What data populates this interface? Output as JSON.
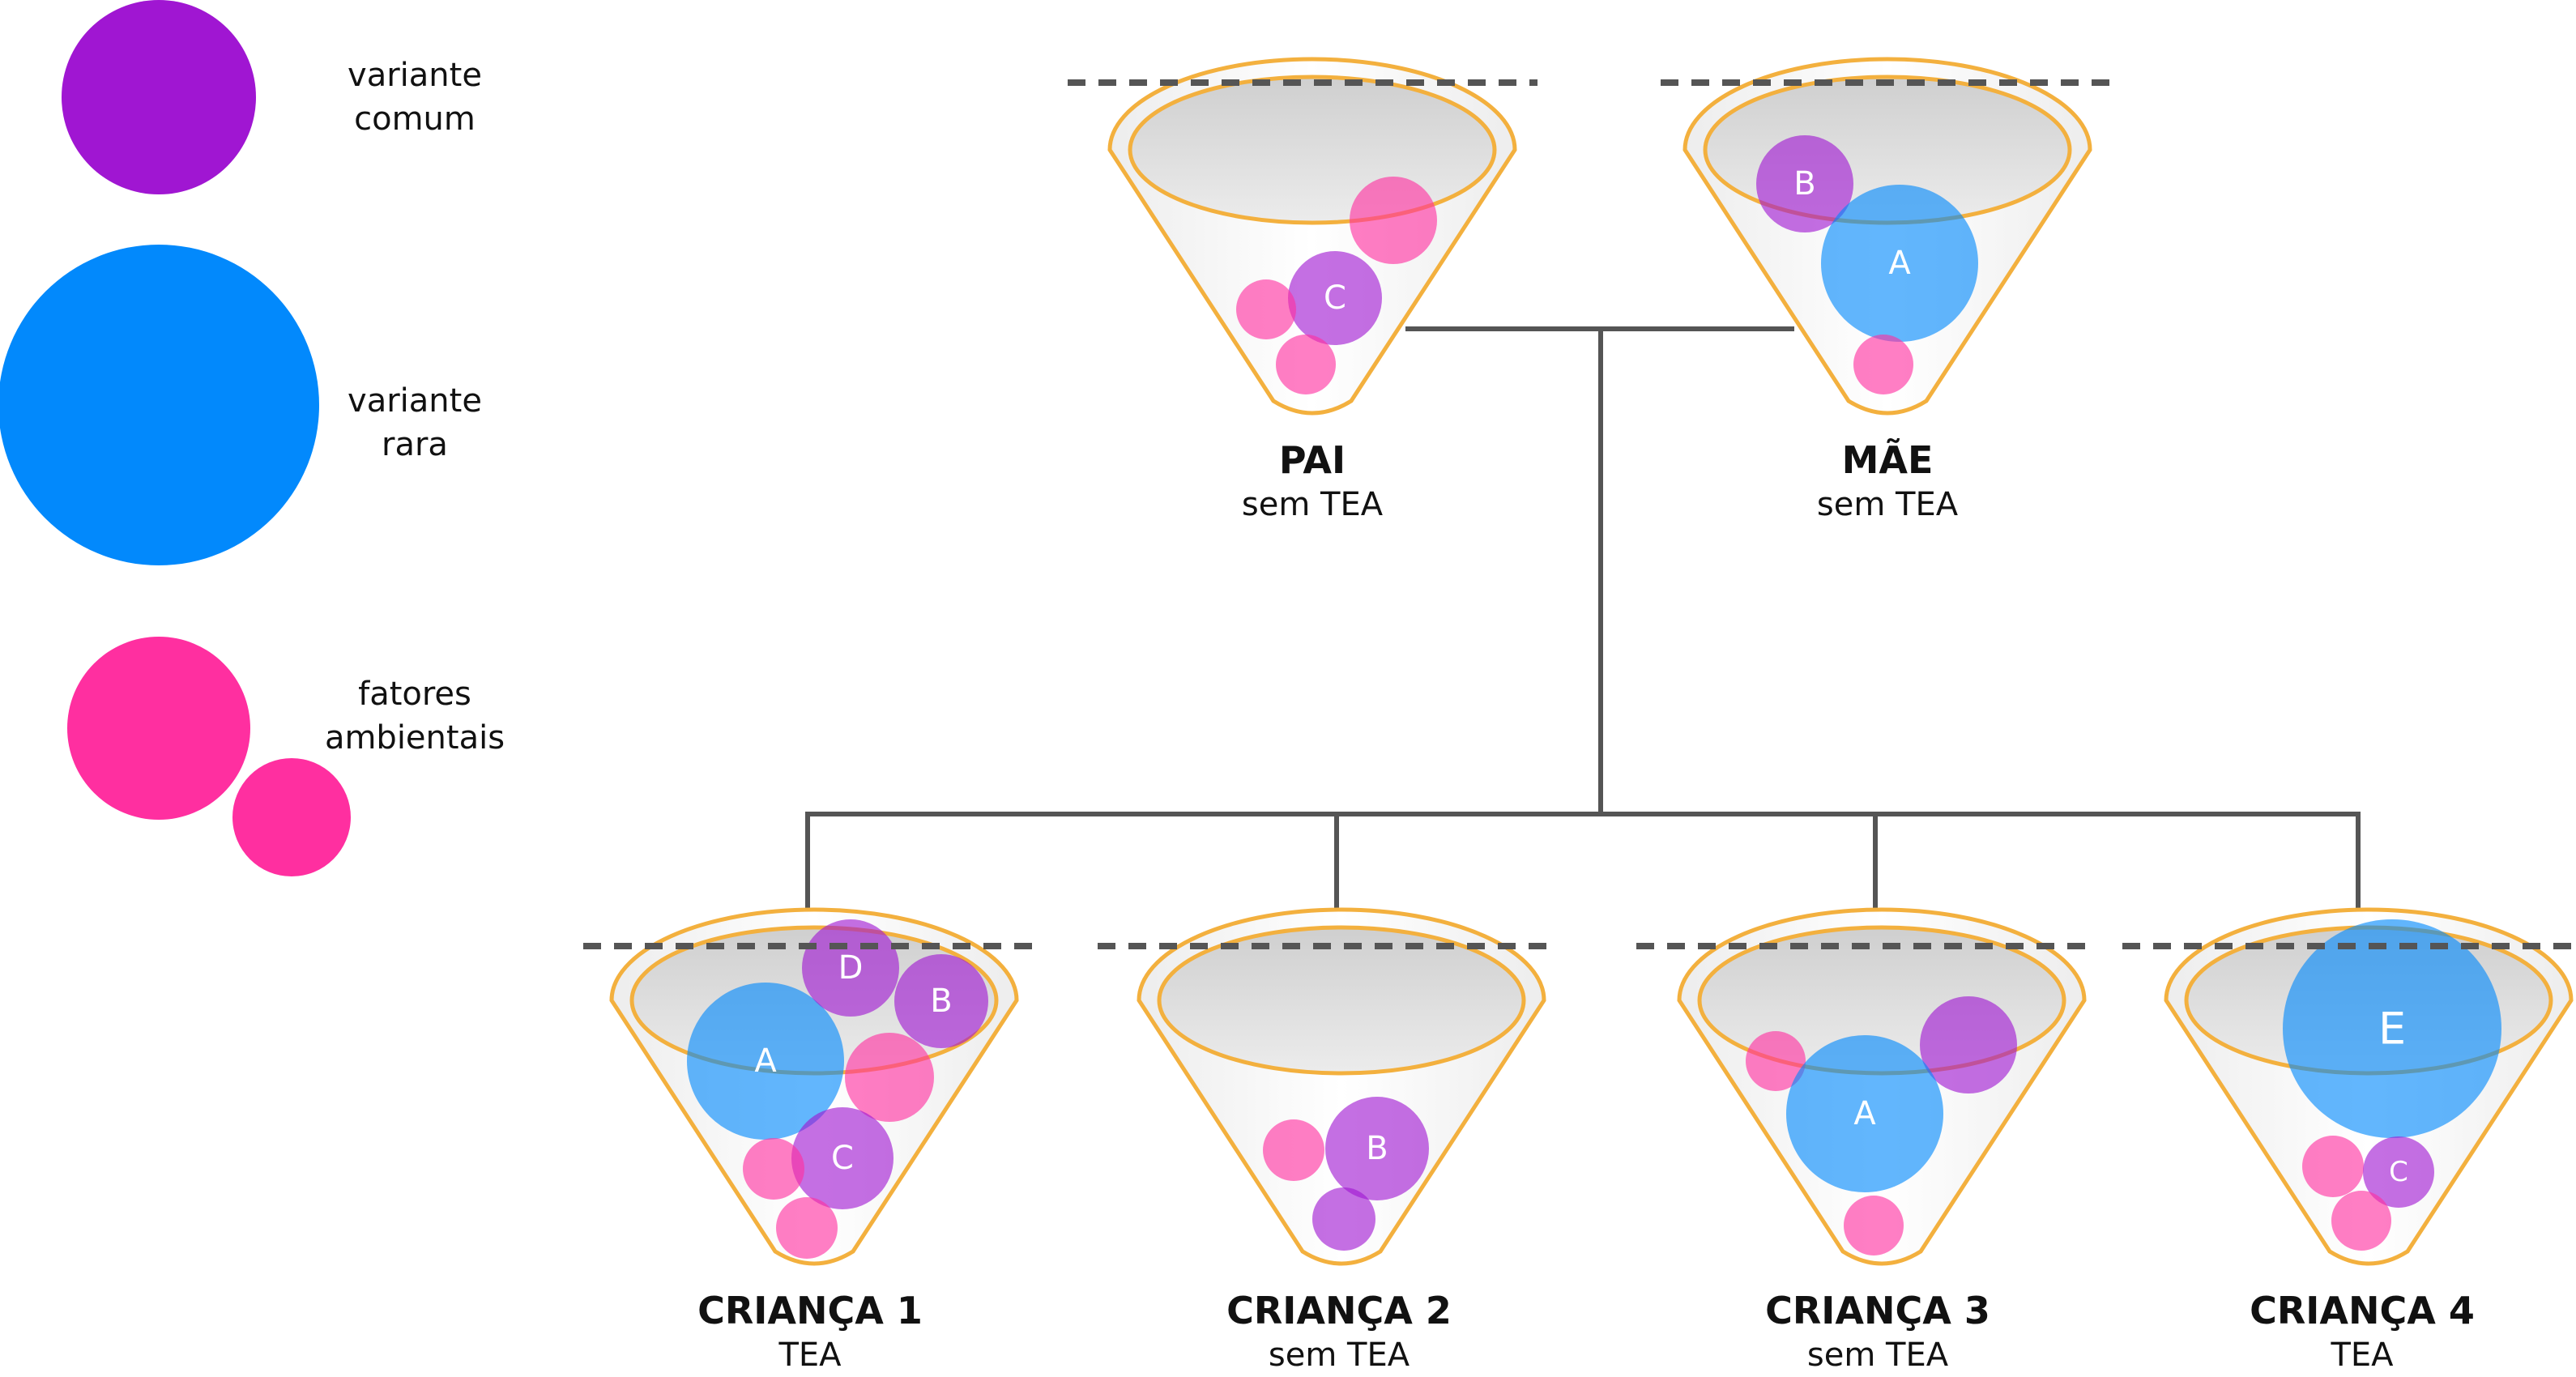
{
  "legend": {
    "common": {
      "line1": "variante",
      "line2": "comum",
      "color": "#a016d2"
    },
    "rare": {
      "line1": "variante",
      "line2": "rara",
      "color": "#0289fc"
    },
    "environmental": {
      "line1": "fatores",
      "line2": "ambientais",
      "color": "#ff2fa0"
    }
  },
  "people": {
    "father": {
      "name": "PAI",
      "status": "sem TEA",
      "balls": [
        {
          "type": "environmental",
          "label": ""
        },
        {
          "type": "common",
          "label": "C"
        },
        {
          "type": "environmental",
          "label": ""
        },
        {
          "type": "environmental",
          "label": ""
        }
      ]
    },
    "mother": {
      "name": "MÃE",
      "status": "sem TEA",
      "balls": [
        {
          "type": "common",
          "label": "B"
        },
        {
          "type": "rare",
          "label": "A"
        },
        {
          "type": "environmental",
          "label": ""
        }
      ]
    },
    "child1": {
      "name": "CRIANÇA 1",
      "status": "TEA",
      "balls": [
        {
          "type": "rare",
          "label": "A"
        },
        {
          "type": "common",
          "label": "D"
        },
        {
          "type": "common",
          "label": "B"
        },
        {
          "type": "environmental",
          "label": ""
        },
        {
          "type": "common",
          "label": "C"
        },
        {
          "type": "environmental",
          "label": ""
        },
        {
          "type": "environmental",
          "label": ""
        }
      ]
    },
    "child2": {
      "name": "CRIANÇA 2",
      "status": "sem TEA",
      "balls": [
        {
          "type": "environmental",
          "label": ""
        },
        {
          "type": "common",
          "label": "B"
        },
        {
          "type": "common",
          "label": ""
        }
      ]
    },
    "child3": {
      "name": "CRIANÇA 3",
      "status": "sem TEA",
      "balls": [
        {
          "type": "environmental",
          "label": ""
        },
        {
          "type": "common",
          "label": ""
        },
        {
          "type": "rare",
          "label": "A"
        },
        {
          "type": "environmental",
          "label": ""
        }
      ]
    },
    "child4": {
      "name": "CRIANÇA 4",
      "status": "TEA",
      "balls": [
        {
          "type": "rare",
          "label": "E"
        },
        {
          "type": "environmental",
          "label": ""
        },
        {
          "type": "common",
          "label": "C"
        },
        {
          "type": "environmental",
          "label": ""
        }
      ]
    }
  }
}
